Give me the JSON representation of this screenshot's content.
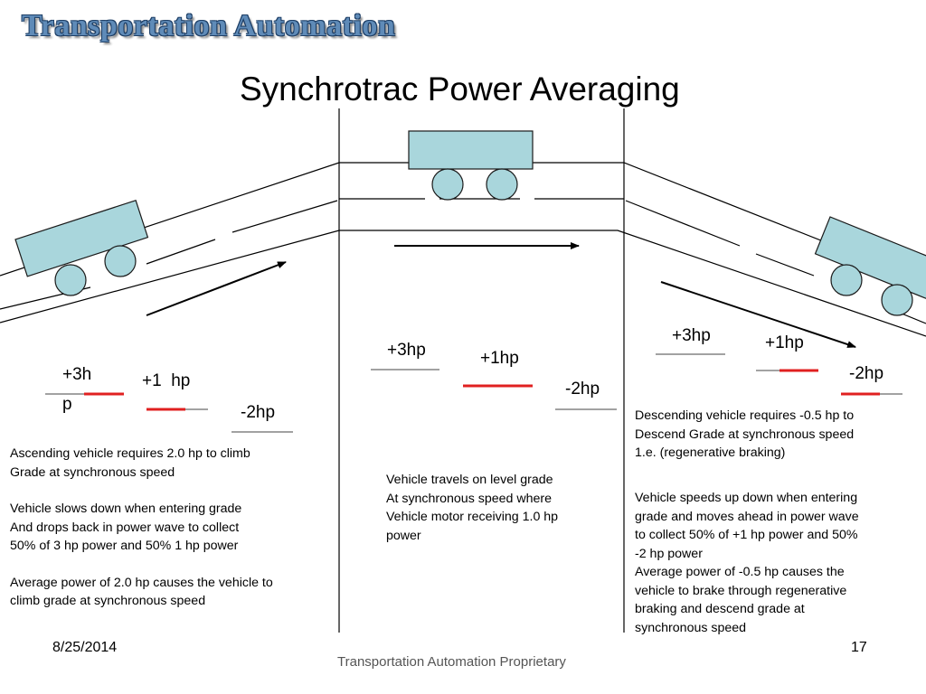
{
  "brand": "Transportation Automation",
  "title": "Synchrotrac Power Averaging",
  "colors": {
    "vehicle_fill": "#a9d6dc",
    "vehicle_stroke": "#1a1a1a",
    "power_wave_highlight": "#e02020",
    "brand_blue": "#5f8bb8"
  },
  "left": {
    "hp_plus3_a": "+3h",
    "hp_plus3_b": "p",
    "hp_plus1": "+1  hp",
    "hp_minus2": "-2hp",
    "desc": [
      "Ascending vehicle requires 2.0 hp to climb\nGrade at synchronous speed",
      "Vehicle slows down when entering grade\nAnd drops back in power wave to collect\n50% of 3 hp power  and 50% 1 hp power",
      "Average power of 2.0 hp causes the vehicle to\nclimb grade at synchronous speed"
    ]
  },
  "middle": {
    "hp_plus3": "+3hp",
    "hp_plus1": "+1hp",
    "hp_minus2": "-2hp",
    "desc": "Vehicle travels on level grade\nAt synchronous speed where\nVehicle motor receiving 1.0 hp\npower"
  },
  "right": {
    "hp_plus3": "+3hp",
    "hp_plus1": "+1hp",
    "hp_minus2": "-2hp",
    "desc1": "Descending vehicle requires -0.5 hp to\nDescend Grade at synchronous speed\n1.e. (regenerative braking)",
    "desc2": "Vehicle speeds up  down when entering\ngrade and moves ahead in power wave\nto collect 50% of +1 hp power  and 50%\n-2 hp power\nAverage power of -0.5 hp causes the\nvehicle to brake through regenerative\nbraking and descend grade at\nsynchronous speed"
  },
  "footer": {
    "date": "8/25/2014",
    "proprietary": "Transportation Automation Proprietary",
    "page": "17"
  }
}
